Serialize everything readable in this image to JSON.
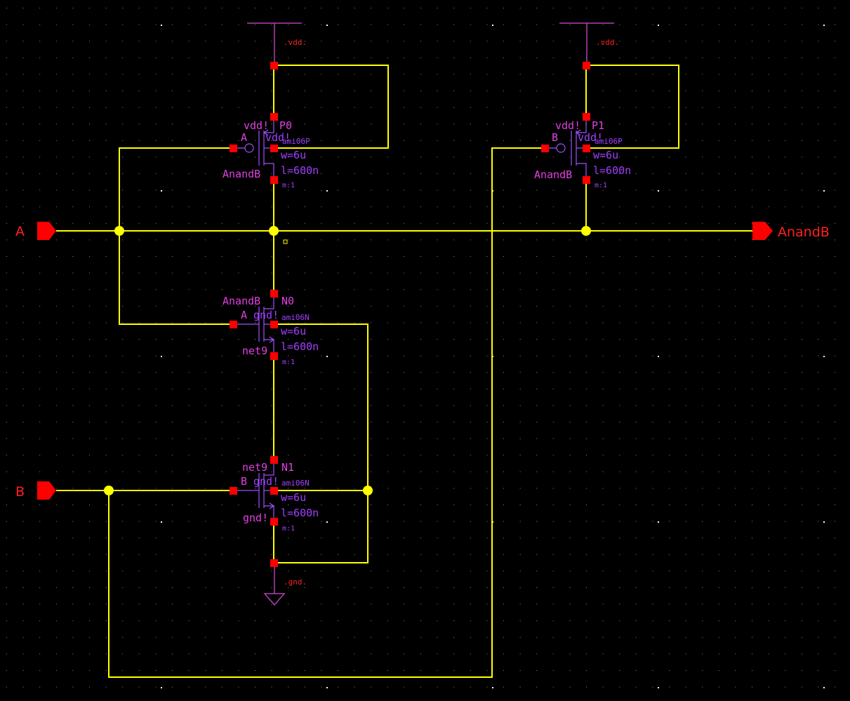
{
  "colors": {
    "background": "#000000",
    "wire": "#ffff00",
    "pin": "#ff0000",
    "instance_label": "#e040e0",
    "param_label": "#a040ff",
    "supply_label": "#ff2020",
    "symbol": "#a050ff",
    "grid_dot": "#ffffff"
  },
  "pins": {
    "A": "A",
    "B": "B",
    "out": "AnandB"
  },
  "supplies": {
    "vdd_left": ".vdd.",
    "vdd_right": ".vdd.",
    "gnd": ".gnd."
  },
  "devices": {
    "P0": {
      "name": "P0",
      "model": "ami06P",
      "gate": "A",
      "source": "vdd!",
      "bulk": "vdd!",
      "drain": "AnandB",
      "w": "w=6u",
      "l": "l=600n",
      "m": "m:1"
    },
    "P1": {
      "name": "P1",
      "model": "ami06P",
      "gate": "B",
      "source": "vdd!",
      "bulk": "vdd!",
      "drain": "AnandB",
      "w": "w=6u",
      "l": "l=600n",
      "m": "m:1"
    },
    "N0": {
      "name": "N0",
      "model": "ami06N",
      "gate": "A",
      "drain": "AnandB",
      "bulk": "gnd!",
      "source": "net9",
      "w": "w=6u",
      "l": "l=600n",
      "m": "m:1"
    },
    "N1": {
      "name": "N1",
      "model": "ami06N",
      "gate": "B",
      "drain": "net9",
      "bulk": "gnd!",
      "source": "gnd!",
      "w": "w=6u",
      "l": "l=600n",
      "m": "m:1"
    }
  }
}
